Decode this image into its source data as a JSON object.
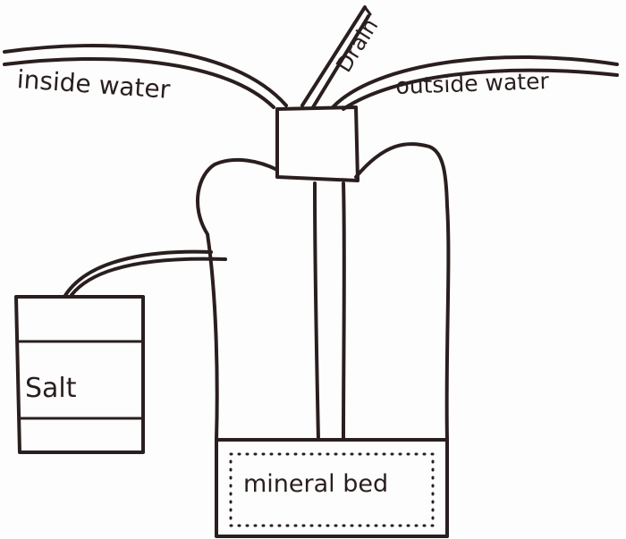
{
  "labels": {
    "inside_water": "inside water",
    "outside_water": "outside water",
    "drain": "Drain",
    "salt": "Salt",
    "mineral_bed": "mineral bed"
  },
  "colors": {
    "ink": "#2a1e1e",
    "paper": "#fdfdfd"
  }
}
